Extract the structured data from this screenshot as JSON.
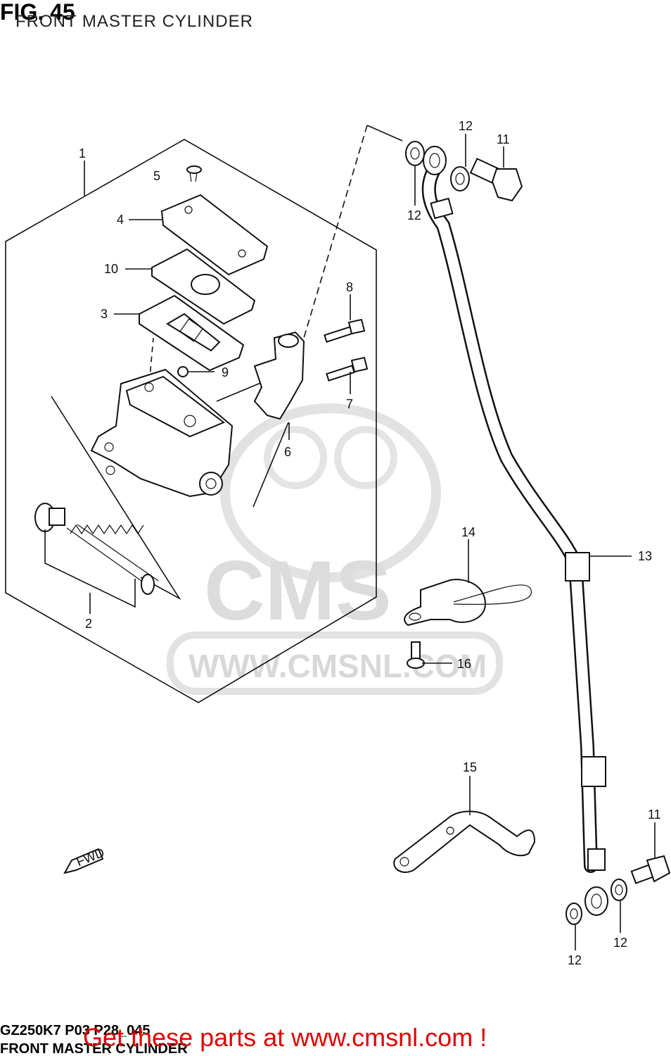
{
  "figure": {
    "label": "FIG. 45",
    "title": "FRONT MASTER CYLINDER"
  },
  "watermark": {
    "brand": "CMS",
    "url": "WWW.CMSNL.COM"
  },
  "callouts": {
    "c1": "1",
    "c2": "2",
    "c3": "3",
    "c4": "4",
    "c5": "5",
    "c6": "6",
    "c7": "7",
    "c8": "8",
    "c9": "9",
    "c10": "10",
    "c11a": "11",
    "c11b": "11",
    "c12a": "12",
    "c12b": "12",
    "c12c": "12",
    "c12d": "12",
    "c13": "13",
    "c14": "14",
    "c15": "15",
    "c16": "16"
  },
  "direction_marker": "FWD",
  "footer": {
    "code": "GZ250K7 P03 P28_045",
    "subtitle": "FRONT MASTER CYLINDER",
    "cta": "Get these parts at www.cmsnl.com !"
  },
  "colors": {
    "cta": "#e00000",
    "watermark": "#d8d8d8",
    "ink": "#111111"
  }
}
